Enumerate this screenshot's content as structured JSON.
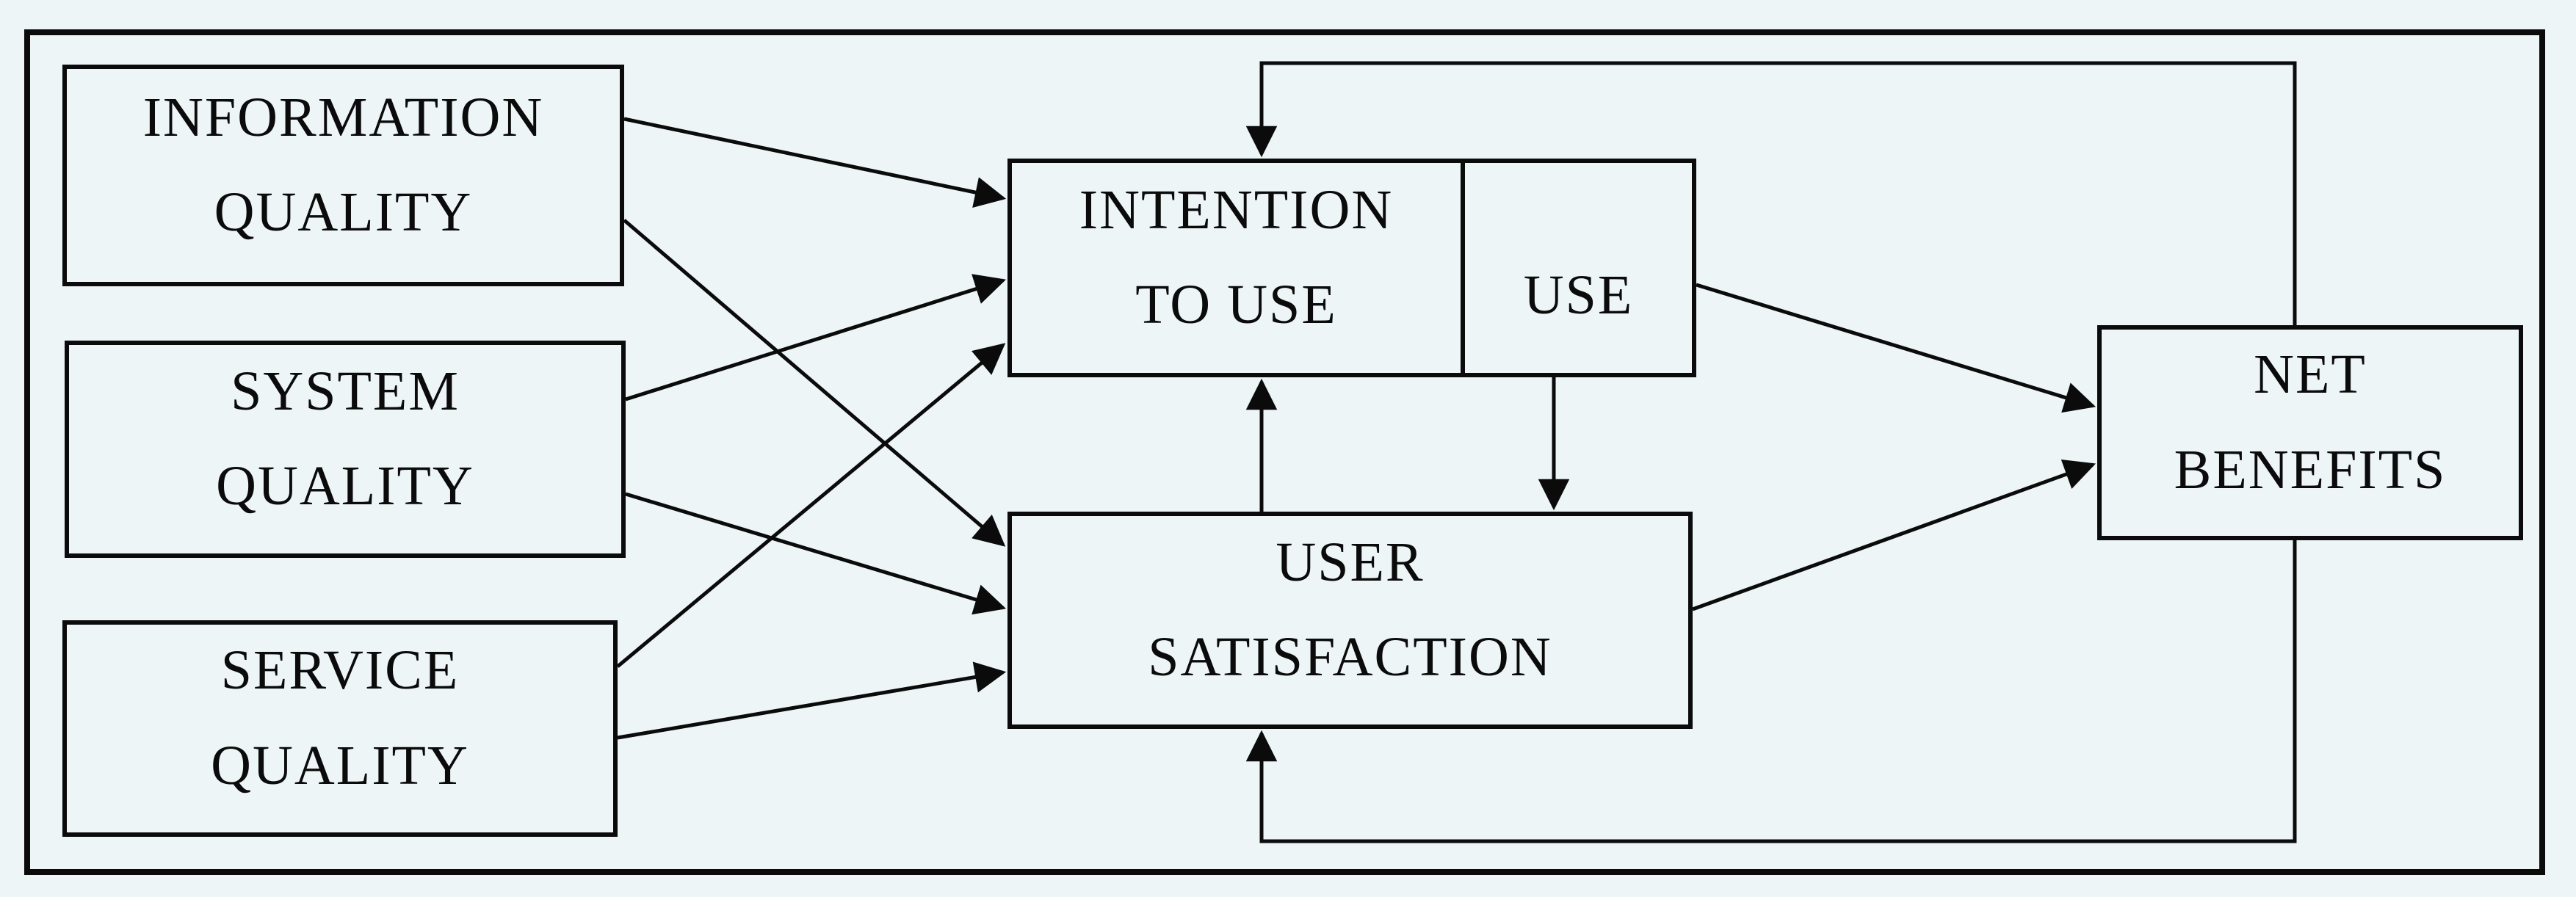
{
  "diagram": {
    "type": "flow-diagram",
    "colors": {
      "background": "#edf5f7",
      "line": "#0b0b0b",
      "text": "#0b0b0b"
    },
    "nodes": {
      "information_quality": {
        "line1": "INFORMATION",
        "line2": "QUALITY"
      },
      "system_quality": {
        "line1": "SYSTEM",
        "line2": "QUALITY"
      },
      "service_quality": {
        "line1": "SERVICE",
        "line2": "QUALITY"
      },
      "intention_to_use": {
        "line1": "INTENTION",
        "line2": "TO USE"
      },
      "use": {
        "line1": "USE"
      },
      "user_satisfaction": {
        "line1": "USER",
        "line2": "SATISFACTION"
      },
      "net_benefits": {
        "line1": "NET",
        "line2": "BENEFITS"
      }
    },
    "edges": [
      {
        "from": "information_quality",
        "to": "intention_to_use"
      },
      {
        "from": "information_quality",
        "to": "user_satisfaction"
      },
      {
        "from": "system_quality",
        "to": "intention_to_use"
      },
      {
        "from": "system_quality",
        "to": "user_satisfaction"
      },
      {
        "from": "service_quality",
        "to": "intention_to_use"
      },
      {
        "from": "service_quality",
        "to": "user_satisfaction"
      },
      {
        "from": "use",
        "to": "user_satisfaction"
      },
      {
        "from": "user_satisfaction",
        "to": "intention_to_use"
      },
      {
        "from": "use",
        "to": "net_benefits"
      },
      {
        "from": "user_satisfaction",
        "to": "net_benefits"
      },
      {
        "from": "net_benefits",
        "to": "intention_to_use",
        "note": "feedback loop (top)"
      },
      {
        "from": "net_benefits",
        "to": "user_satisfaction",
        "note": "feedback loop (bottom)"
      }
    ]
  }
}
